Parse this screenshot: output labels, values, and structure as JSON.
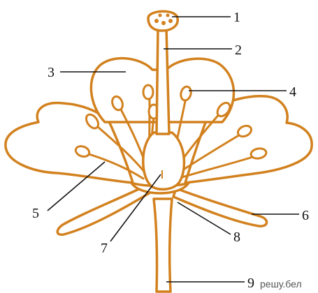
{
  "diagram": {
    "labels": [
      "1",
      "2",
      "3",
      "4",
      "5",
      "6",
      "7",
      "8",
      "9"
    ],
    "watermark": "решу.бел",
    "colors": {
      "flower": "#d2811e",
      "fill": "#ffffff",
      "leader": "#111111",
      "text": "#111111"
    }
  }
}
